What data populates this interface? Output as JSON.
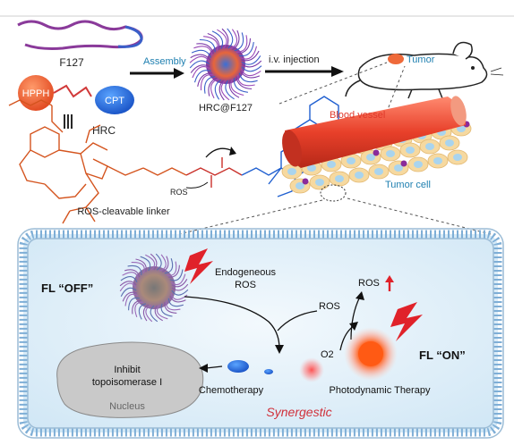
{
  "labels": {
    "f127": "F127",
    "assembly": "Assembly",
    "iv_injection": "i.v. injection",
    "tumor": "Tumor",
    "hpph": "HPPH",
    "cpt": "CPT",
    "hrc": "HRC",
    "hrc_f127": "HRC@F127",
    "ros_small": "ROS",
    "ros_linker": "ROS-cleavable linker",
    "blood_vessel": "Blood vessel",
    "tumor_cell": "Tumor cell",
    "fl_off": "FL “OFF”",
    "endogeneous_1": "Endogeneous",
    "endogeneous_2": "ROS",
    "ros_top": "ROS",
    "ros_mid": "ROS",
    "o2": "O2",
    "fl_on": "FL “ON”",
    "inhibit_1": "Inhibit",
    "inhibit_2": "topoisomerase I",
    "nucleus": "Nucleus",
    "chemotherapy": "Chemotherapy",
    "pdt": "Photodynamic Therapy",
    "synergestic": "Synergestic"
  },
  "colors": {
    "assembly_text": "#1e7fb0",
    "tumor_text": "#1e7fb0",
    "blood_vessel_text": "#e0382a",
    "tumor_cell_text": "#1e7fb0",
    "synergestic_text": "#d0303a",
    "hpph": "#e8552a",
    "cpt": "#1f6fd6",
    "cell_bg": "#d6ebf7",
    "membrane": "#6fa8cf"
  },
  "icons": {
    "lightning": "lightning-icon",
    "mouse": "mouse-icon",
    "arrow_up": "red-up-arrow-icon"
  }
}
